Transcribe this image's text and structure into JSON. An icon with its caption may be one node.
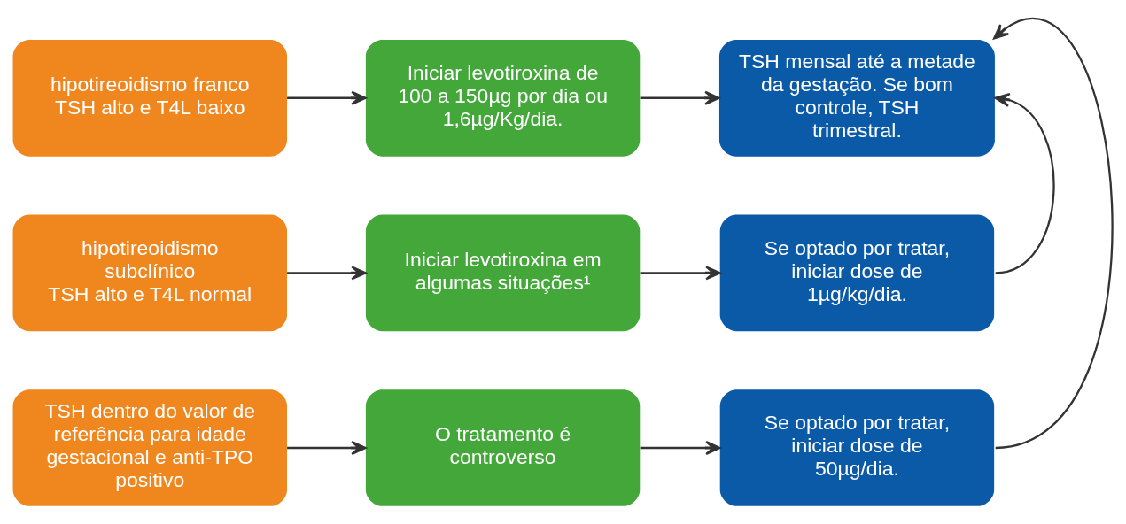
{
  "diagram": {
    "nodes": [
      {
        "text": [
          "hipotireoidismo franco",
          "TSH alto e T4L baixo"
        ]
      },
      {
        "text": [
          "Iniciar levotiroxina de 100 a 150µg por dia ou 1,6µg/Kg/dia."
        ]
      },
      {
        "text": [
          "TSH mensal até a metade da gestação. Se bom controle, TSH trimestral."
        ]
      },
      {
        "text": [
          "hipotireoidismo subclínico",
          "TSH alto e T4L normal"
        ]
      },
      {
        "text": [
          "Iniciar levotiroxina em algumas situações¹"
        ]
      },
      {
        "text": [
          "Se optado por tratar, iniciar dose de 1µg/kg/dia."
        ]
      },
      {
        "text": [
          "TSH dentro do valor de referência para idade gestacional e anti-TPO positivo"
        ]
      },
      {
        "text": [
          "O tratamento é controverso"
        ]
      },
      {
        "text": [
          "Se optado por tratar, iniciar dose de 50µg/dia."
        ]
      }
    ],
    "edges": [
      {
        "from": 0,
        "to": 1,
        "arrow": "to"
      },
      {
        "from": 1,
        "to": 2,
        "arrow": "to"
      },
      {
        "from": 3,
        "to": 4,
        "arrow": "to"
      },
      {
        "from": 4,
        "to": 5,
        "arrow": "to"
      },
      {
        "from": 6,
        "to": 7,
        "arrow": "to"
      },
      {
        "from": 7,
        "to": 8,
        "arrow": "to"
      },
      {
        "from": 5,
        "to": 2,
        "arrow": "to"
      },
      {
        "from": 8,
        "to": 2,
        "arrow": "to"
      }
    ]
  }
}
